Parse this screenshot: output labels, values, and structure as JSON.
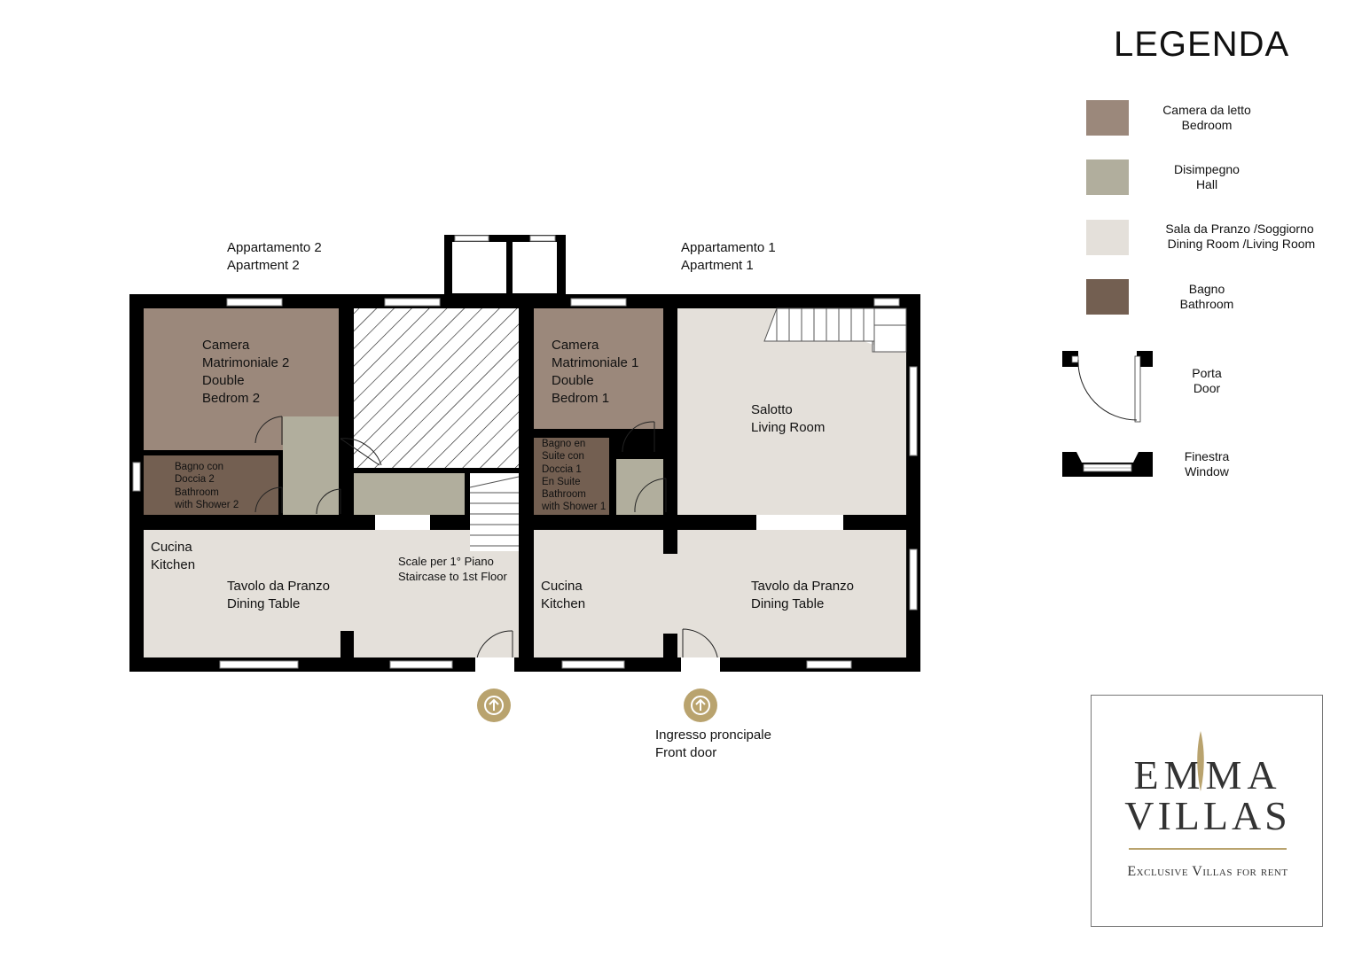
{
  "labels": {
    "apt2": "Appartamento 2\nApartment 2",
    "apt1": "Appartamento 1\nApartment 1",
    "bedroom2": "Camera\nMatrimoniale 2\nDouble\nBedrom 2",
    "bath2": "Bagno con\nDoccia 2\nBathroom\nwith Shower 2",
    "bedroom1": "Camera\nMatrimoniale 1\nDouble\nBedrom 1",
    "bath1": "Bagno en\nSuite con\nDoccia 1\nEn Suite\nBathroom\nwith Shower 1",
    "living": "Salotto\nLiving Room",
    "kitchen2": "Cucina\nKitchen",
    "dining2": "Tavolo da Pranzo\nDining Table",
    "stairs": "Scale per 1° Piano\nStaircase to 1st Floor",
    "kitchen1": "Cucina\nKitchen",
    "dining1": "Tavolo da Pranzo\nDining Table",
    "entrance": "Ingresso proncipale\nFront door"
  },
  "legend": {
    "title": "LEGENDA",
    "items": [
      {
        "label": "Camera da letto\nBedroom",
        "color": "#9b887b"
      },
      {
        "label": "Disimpegno\nHall",
        "color": "#b1ae9d"
      },
      {
        "label": "Sala da Pranzo /Soggiorno\n Dining Room /Living Room",
        "color": "#e4e0da"
      },
      {
        "label": "Bagno\nBathroom",
        "color": "#735f51"
      },
      {
        "label": "Porta\nDoor",
        "icon": "door-icon"
      },
      {
        "label": "Finestra\nWindow",
        "icon": "window-icon"
      }
    ]
  },
  "logo": {
    "line1": "EMMA",
    "line2": "VILLAS",
    "tagline": "Exclusive Villas for rent",
    "accent": "#b9a36e"
  },
  "colors": {
    "bedroom": "#9b887b",
    "hall": "#b1ae9d",
    "living": "#e4e0da",
    "bathroom": "#735f51",
    "wall": "#000000",
    "entrance_marker": "#b9a36e"
  }
}
